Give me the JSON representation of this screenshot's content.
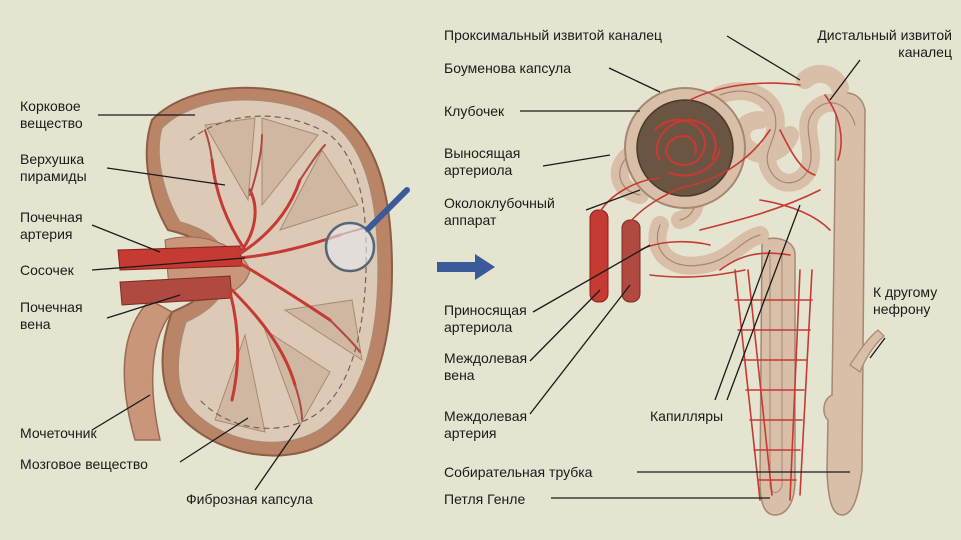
{
  "labels": {
    "cortex_l1": "Корковое",
    "cortex_l2": "вещество",
    "pyramid_l1": "Верхушка",
    "pyramid_l2": "пирамиды",
    "renal_artery_l1": "Почечная",
    "renal_artery_l2": "артерия",
    "papilla": "Сосочек",
    "renal_vein_l1": "Почечная",
    "renal_vein_l2": "вена",
    "ureter": "Мочеточник",
    "medulla": "Мозговое вещество",
    "fibrous_capsule": "Фиброзная капсула",
    "proximal_tubule": "Проксимальный извитой каналец",
    "distal_tubule_l1": "Дистальный извитой",
    "distal_tubule_l2": "каналец",
    "bowman_capsule": "Боуменова капсула",
    "glomerulus": "Клубочек",
    "efferent_l1": "Выносящая",
    "efferent_l2": "артериола",
    "juxta_l1": "Околоклубочный",
    "juxta_l2": "аппарат",
    "afferent_l1": "Приносящая",
    "afferent_l2": "артериола",
    "interlobar_vein_l1": "Междолевая",
    "interlobar_vein_l2": "вена",
    "interlobar_artery_l1": "Междолевая",
    "interlobar_artery_l2": "артерия",
    "capillaries": "Капилляры",
    "collecting_duct": "Собирательная трубка",
    "henle_loop": "Петля Генле",
    "next_nephron_l1": "К другому",
    "next_nephron_l2": "нефрону"
  },
  "colors": {
    "background": "#e4e4d0",
    "kidney_tissue": "#dcc9b6",
    "capsule_brown": "#b98566",
    "vessel_red": "#c53a32",
    "tubule_tan": "#d9bfa8",
    "arrow_blue": "#3a5a9a",
    "leader_line": "#1a1a1a"
  }
}
